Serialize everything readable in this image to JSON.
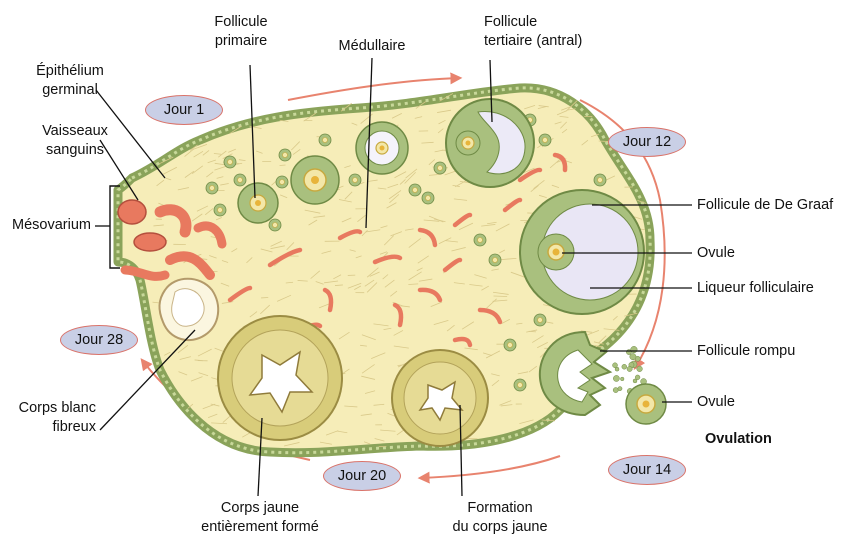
{
  "labels": {
    "epithelium": [
      "Épithélium",
      "germinal"
    ],
    "vessels": [
      "Vaisseaux",
      "sanguins"
    ],
    "mesovarium": "Mésovarium",
    "primary_follicle": [
      "Follicule",
      "primaire"
    ],
    "medulla": "Médullaire",
    "tertiary_follicle": [
      "Follicule",
      "tertiaire (antral)"
    ],
    "graafian_follicle": "Follicule de De Graaf",
    "ovule_1": "Ovule",
    "follicular_fluid": "Liqueur folliculaire",
    "ruptured_follicle": "Follicule rompu",
    "ovule_2": "Ovule",
    "ovulation": "Ovulation",
    "corpus_albicans": [
      "Corps blanc",
      "fibreux"
    ],
    "corpus_luteum_formed": [
      "Corps jaune",
      "entièrement formé"
    ],
    "corpus_luteum_formation": [
      "Formation",
      "du corps jaune"
    ]
  },
  "days": {
    "day1": "Jour 1",
    "day12": "Jour 12",
    "day14": "Jour 14",
    "day20": "Jour 20",
    "day28": "Jour 28"
  },
  "colors": {
    "stroma": "#f6edb8",
    "stroma_fiber": "#d9c98a",
    "cortex_cells": "#a9c07e",
    "cell_outline": "#6f8a45",
    "fluid": "#e9e6f5",
    "vessel": "#e8795f",
    "cycle_arrow": "#e8836e",
    "corpus_luteum": "#d8cc7a",
    "day_fill": "#c9cfe6"
  }
}
